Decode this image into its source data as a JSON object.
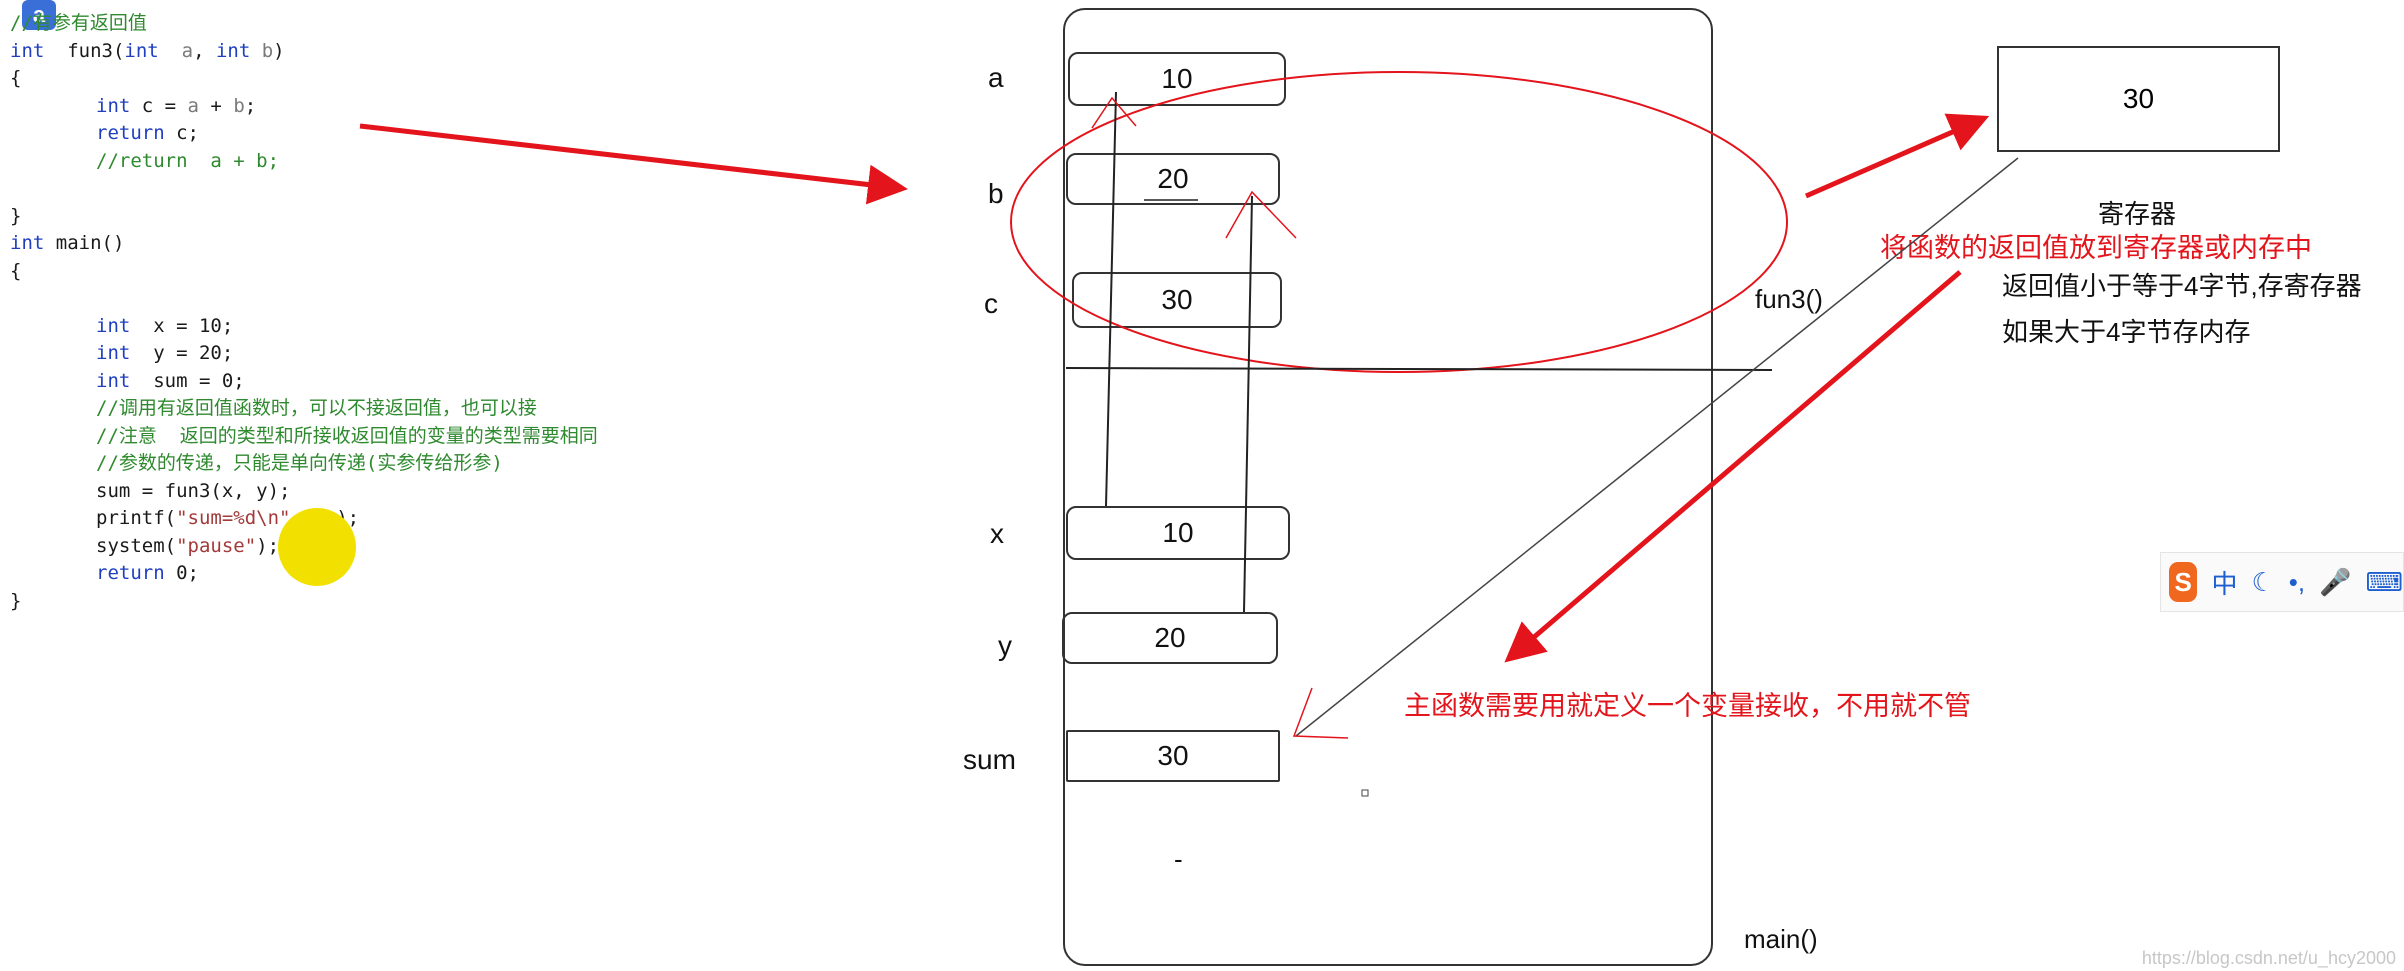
{
  "code": {
    "badge_icon": "a-badge-icon",
    "lines": [
      {
        "indent": 0,
        "segments": [
          {
            "t": "//有参有返回值",
            "c": "cm"
          }
        ]
      },
      {
        "indent": 0,
        "segments": [
          {
            "t": "int",
            "c": "kw"
          },
          {
            "t": "  fun3(",
            "c": ""
          },
          {
            "t": "int",
            "c": "kw"
          },
          {
            "t": "  a",
            "c": "var"
          },
          {
            "t": ", ",
            "c": ""
          },
          {
            "t": "int",
            "c": "kw"
          },
          {
            "t": " b",
            "c": "var"
          },
          {
            "t": ")",
            "c": ""
          }
        ]
      },
      {
        "indent": 0,
        "segments": [
          {
            "t": "{",
            "c": ""
          }
        ]
      },
      {
        "indent": 1,
        "segments": [
          {
            "t": "int",
            "c": "kw"
          },
          {
            "t": " c = ",
            "c": ""
          },
          {
            "t": "a",
            "c": "var"
          },
          {
            "t": " + ",
            "c": ""
          },
          {
            "t": "b",
            "c": "var"
          },
          {
            "t": ";",
            "c": ""
          }
        ]
      },
      {
        "indent": 1,
        "segments": [
          {
            "t": "return",
            "c": "kw"
          },
          {
            "t": " c;",
            "c": ""
          }
        ]
      },
      {
        "indent": 1,
        "segments": [
          {
            "t": "//return  a + b;",
            "c": "cm"
          }
        ]
      },
      {
        "indent": 0,
        "segments": [
          {
            "t": "",
            "c": ""
          }
        ]
      },
      {
        "indent": 0,
        "segments": [
          {
            "t": "}",
            "c": ""
          }
        ]
      },
      {
        "indent": 0,
        "segments": [
          {
            "t": "int",
            "c": "kw"
          },
          {
            "t": " main()",
            "c": ""
          }
        ]
      },
      {
        "indent": 0,
        "segments": [
          {
            "t": "{",
            "c": ""
          }
        ]
      },
      {
        "indent": 0,
        "segments": [
          {
            "t": "",
            "c": ""
          }
        ]
      },
      {
        "indent": 1,
        "segments": [
          {
            "t": "int",
            "c": "kw"
          },
          {
            "t": "  x = 10;",
            "c": ""
          }
        ]
      },
      {
        "indent": 1,
        "segments": [
          {
            "t": "int",
            "c": "kw"
          },
          {
            "t": "  y = 20;",
            "c": ""
          }
        ]
      },
      {
        "indent": 1,
        "segments": [
          {
            "t": "int",
            "c": "kw"
          },
          {
            "t": "  sum = 0;",
            "c": ""
          }
        ]
      },
      {
        "indent": 1,
        "segments": [
          {
            "t": "//调用有返回值函数时，可以不接返回值，也可以接",
            "c": "cm"
          }
        ]
      },
      {
        "indent": 1,
        "segments": [
          {
            "t": "//注意  返回的类型和所接收返回值的变量的类型需要相同",
            "c": "cm"
          }
        ]
      },
      {
        "indent": 1,
        "segments": [
          {
            "t": "//参数的传递，只能是单向传递(实参传给形参)",
            "c": "cm"
          }
        ]
      },
      {
        "indent": 1,
        "segments": [
          {
            "t": "sum = fun3(x, y);",
            "c": ""
          }
        ]
      },
      {
        "indent": 1,
        "segments": [
          {
            "t": "printf(",
            "c": ""
          },
          {
            "t": "\"sum=%d\\n\"",
            "c": "str"
          },
          {
            "t": ",sum);",
            "c": ""
          }
        ]
      },
      {
        "indent": 1,
        "segments": [
          {
            "t": "system(",
            "c": ""
          },
          {
            "t": "\"pause\"",
            "c": "str"
          },
          {
            "t": ");",
            "c": ""
          }
        ]
      },
      {
        "indent": 1,
        "segments": [
          {
            "t": "return",
            "c": "kw"
          },
          {
            "t": " 0;",
            "c": ""
          }
        ]
      },
      {
        "indent": 0,
        "segments": [
          {
            "t": "}",
            "c": ""
          }
        ]
      }
    ]
  },
  "stack": {
    "vars": [
      {
        "name": "a",
        "value": "10"
      },
      {
        "name": "b",
        "value": "20"
      },
      {
        "name": "c",
        "value": "30"
      },
      {
        "name": "x",
        "value": "10"
      },
      {
        "name": "y",
        "value": "20"
      },
      {
        "name": "sum",
        "value": "30"
      }
    ],
    "frame_fun3": "fun3()",
    "frame_main": "main()",
    "dash": "-"
  },
  "register": {
    "value": "30",
    "label": "寄存器"
  },
  "notes": {
    "return_storage": "将函数的返回值放到寄存器或内存中",
    "rule_small": "返回值小于等于4字节,存寄存器",
    "rule_large": "如果大于4字节存内存",
    "receive_note": "主函数需要用就定义一个变量接收，不用就不管"
  },
  "colors": {
    "annotation": "#e3141b",
    "keyword": "#1f3fbf",
    "comment": "#2f8a2f",
    "string": "#a33a3a"
  },
  "ime": {
    "icon": "sogou-ime-icon",
    "label": "中"
  },
  "watermark": "https://blog.csdn.net/u_hcy2000"
}
